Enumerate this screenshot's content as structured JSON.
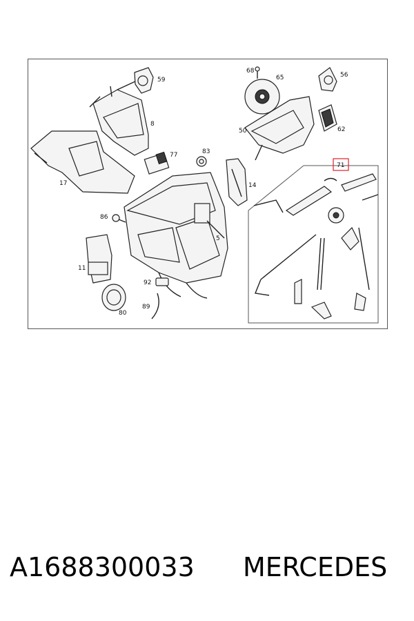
{
  "diagram": {
    "callouts": [
      "59",
      "68",
      "65",
      "56",
      "8",
      "50",
      "62",
      "77",
      "83",
      "71",
      "17",
      "14",
      "86",
      "5",
      "11",
      "92",
      "80",
      "89"
    ],
    "highlighted_callout": "71",
    "highlight_color": "#e0202a"
  },
  "caption": {
    "part_number": "A1688300033",
    "brand": "MERCEDES"
  }
}
